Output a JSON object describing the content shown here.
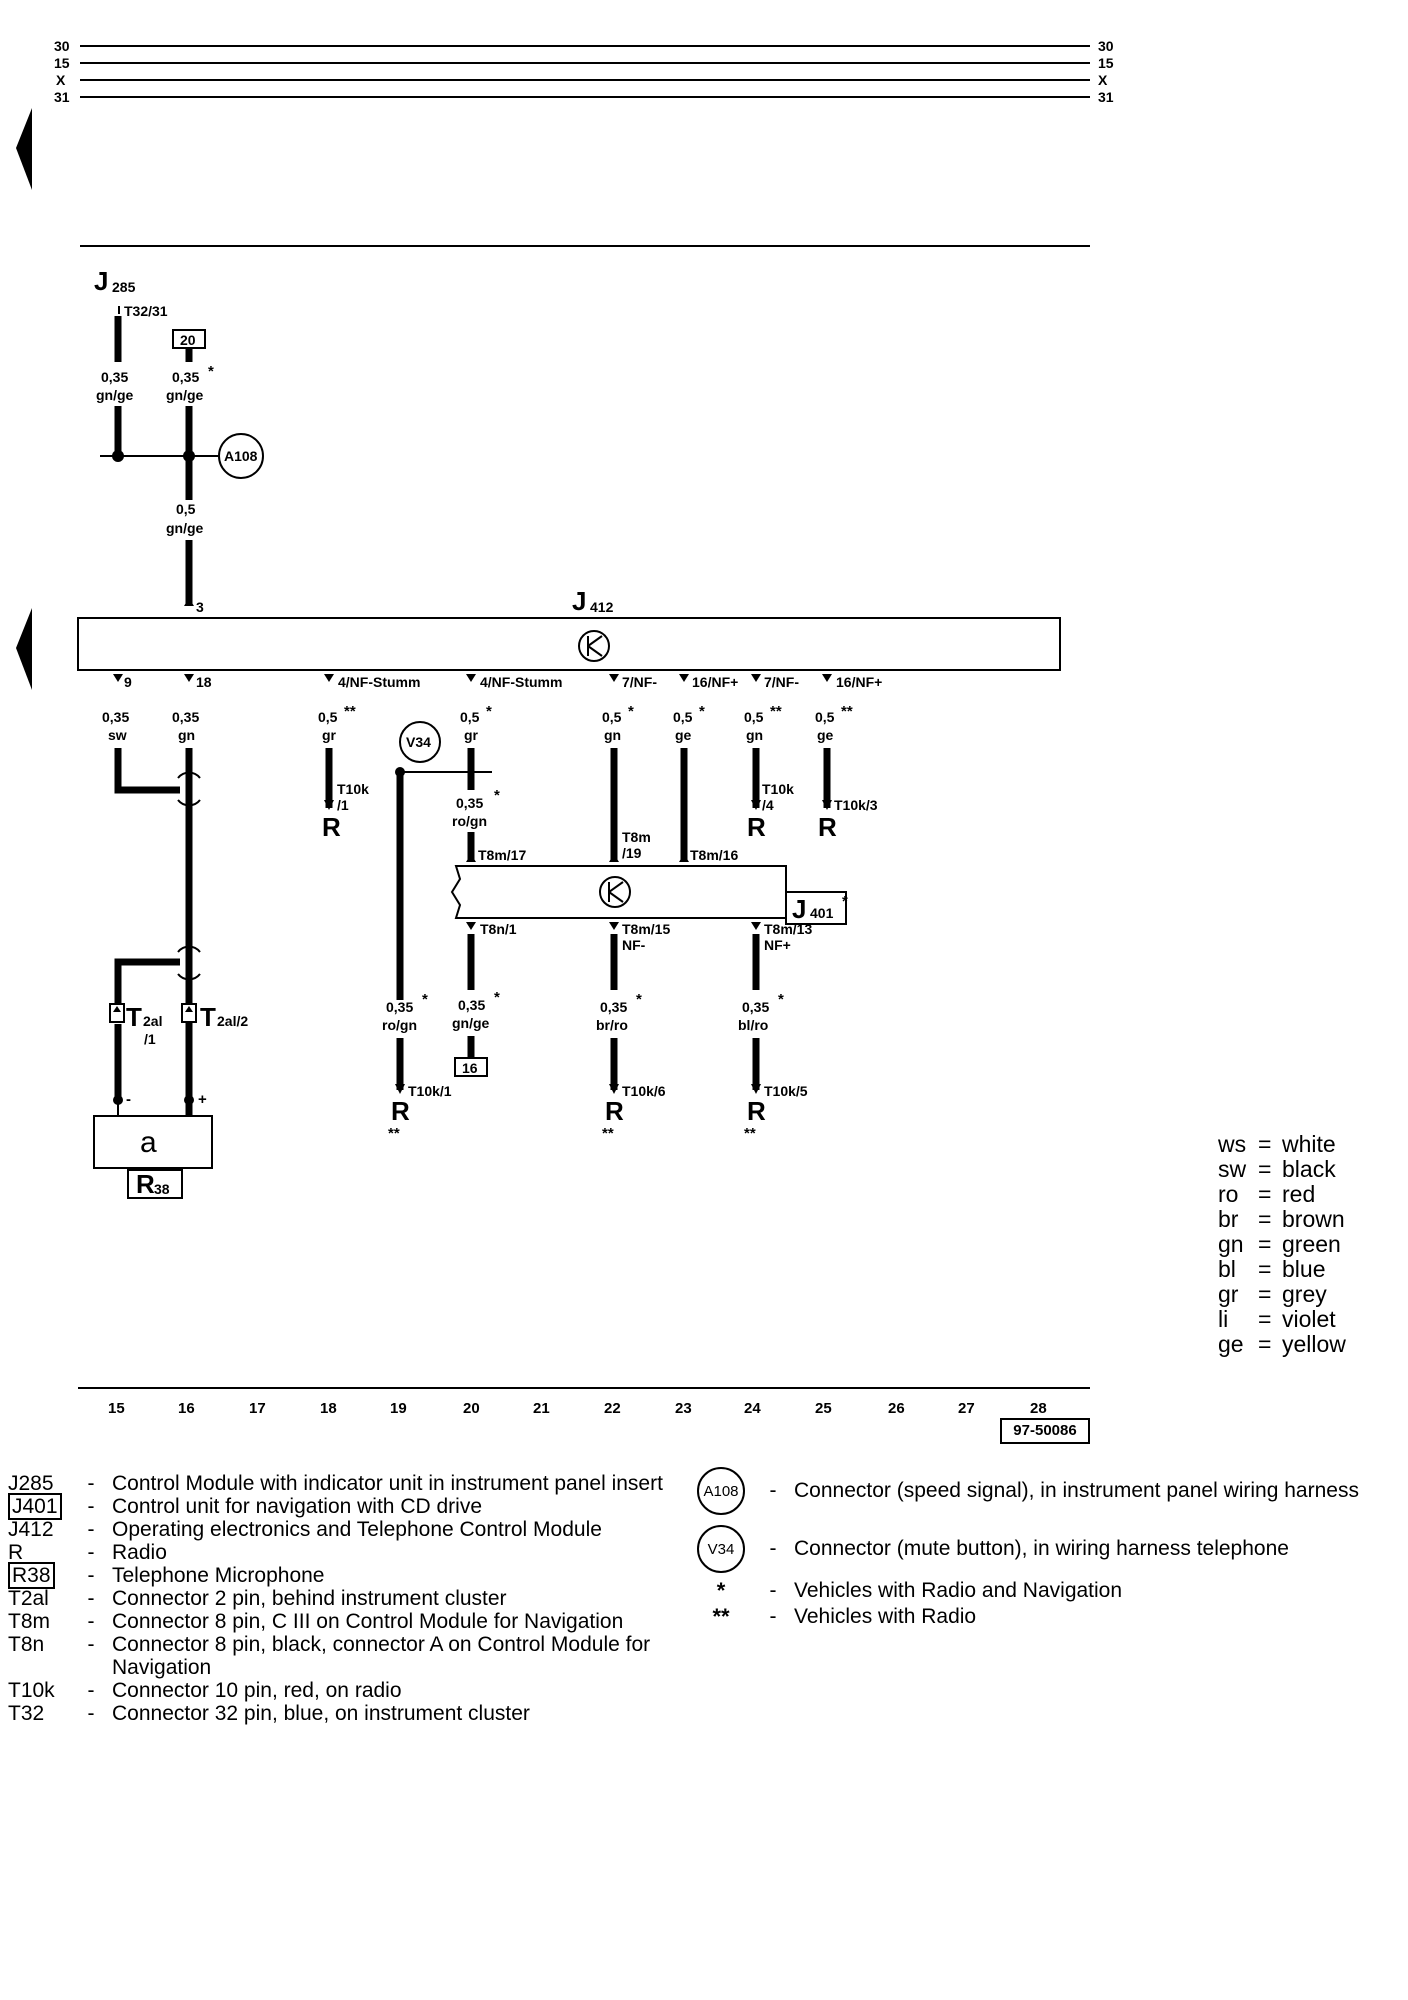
{
  "bus_labels": [
    "30",
    "15",
    "X",
    "31"
  ],
  "components": {
    "j285": {
      "code": "J",
      "sub": "285"
    },
    "j412": {
      "code": "J",
      "sub": "412"
    },
    "j401": {
      "code": "J",
      "sub": "401",
      "mark": "*"
    },
    "r38": {
      "code": "R",
      "sub": "38",
      "symbol": "a"
    },
    "a108": "A108",
    "v34": "V34"
  },
  "wires": {
    "j285_pin": "T32/31",
    "box20": "20",
    "w1_size": "0,35",
    "w1_color": "gn/ge",
    "w2_size": "0,35",
    "w2_color": "gn/ge",
    "w2_mark": "*",
    "w3_size": "0,5",
    "w3_color": "gn/ge",
    "pin3": "3",
    "pin9": "9",
    "w9_size": "0,35",
    "w9_color": "sw",
    "pin18": "18",
    "w18_size": "0,35",
    "w18_color": "gn",
    "pin_nf_stumm1": "4/NF-Stumm",
    "wa_size": "0,5",
    "wa_mark": "**",
    "wa_color": "gr",
    "wa_conn": "T10k",
    "wa_conn2": "/1",
    "pin_nf_stumm2": "4/NF-Stumm",
    "wb_size": "0,5",
    "wb_mark": "*",
    "wb_color": "gr",
    "wb2_size": "0,35",
    "wb2_mark": "*",
    "wb2_color": "ro/gn",
    "pin_t8m17": "T8m/17",
    "pin_nfm1": "7/NF-",
    "wc_size": "0,5",
    "wc_mark": "*",
    "wc_color": "gn",
    "wc_conn": "T8m",
    "wc_conn2": "/19",
    "pin_nfp1": "16/NF+",
    "wd_size": "0,5",
    "wd_mark": "*",
    "wd_color": "ge",
    "wd_conn": "T8m/16",
    "pin_nfm2": "7/NF-",
    "we_size": "0,5",
    "we_mark": "**",
    "we_color": "gn",
    "we_conn": "T10k",
    "we_conn2": "/4",
    "pin_nfp2": "16/NF+",
    "wf_size": "0,5",
    "wf_mark": "**",
    "wf_color": "ge",
    "wf_conn": "T10k/3",
    "pin_t8n1": "T8n/1",
    "pin_t8m15": "T8m/15",
    "pin_nf_minus": "NF-",
    "pin_t8m13": "T8m/13",
    "pin_nf_plus": "NF+",
    "wg_size": "0,35",
    "wg_mark": "*",
    "wg_color": "ro/gn",
    "wg_conn": "T10k/1",
    "wg_mark2": "**",
    "wh_size": "0,35",
    "wh_mark": "*",
    "wh_color": "gn/ge",
    "box16": "16",
    "wi_size": "0,35",
    "wi_mark": "*",
    "wi_color": "br/ro",
    "wi_conn": "T10k/6",
    "wi_mark2": "**",
    "wj_size": "0,35",
    "wj_mark": "*",
    "wj_color": "bl/ro",
    "wj_conn": "T10k/5",
    "wj_mark2": "**",
    "t2al_1": "T",
    "t2al_1_sub": "2al",
    "t2al_1_pin": "/1",
    "t2al_2": "T",
    "t2al_2_sub": "2al/2",
    "minus": "-",
    "plus": "+",
    "radio": "R"
  },
  "track_numbers": [
    "15",
    "16",
    "17",
    "18",
    "19",
    "20",
    "21",
    "22",
    "23",
    "24",
    "25",
    "26",
    "27",
    "28"
  ],
  "diagram_id": "97-50086",
  "color_legend": [
    {
      "abbr": "ws",
      "name": "white"
    },
    {
      "abbr": "sw",
      "name": "black"
    },
    {
      "abbr": "ro",
      "name": "red"
    },
    {
      "abbr": "br",
      "name": "brown"
    },
    {
      "abbr": "gn",
      "name": "green"
    },
    {
      "abbr": "bl",
      "name": "blue"
    },
    {
      "abbr": "gr",
      "name": "grey"
    },
    {
      "abbr": "li",
      "name": "violet"
    },
    {
      "abbr": "ge",
      "name": "yellow"
    }
  ],
  "legend": [
    {
      "code": "J285",
      "desc": "Control Module with indicator unit in instrument panel insert",
      "boxed": false
    },
    {
      "code": "J401",
      "desc": "Control unit for navigation with CD drive",
      "boxed": true
    },
    {
      "code": "J412",
      "desc": "Operating electronics and Telephone Control Module",
      "boxed": false
    },
    {
      "code": "R",
      "desc": "Radio",
      "boxed": false
    },
    {
      "code": "R38",
      "desc": "Telephone Microphone",
      "boxed": true
    },
    {
      "code": "T2al",
      "desc": "Connector 2 pin, behind instrument cluster",
      "boxed": false
    },
    {
      "code": "T8m",
      "desc": "Connector 8 pin, C III on Control Module for Navigation",
      "boxed": false
    },
    {
      "code": "T8n",
      "desc": "Connector 8 pin, black, connector A on Control Module for Navigation",
      "boxed": false
    },
    {
      "code": "T10k",
      "desc": "Connector 10 pin, red, on radio",
      "boxed": false
    },
    {
      "code": "T32",
      "desc": "Connector 32 pin, blue, on instrument cluster",
      "boxed": false
    }
  ],
  "legend_dash": "-",
  "legend2": {
    "a108_code": "A108",
    "a108_desc": "Connector (speed signal), in instrument panel wiring harness",
    "v34_code": "V34",
    "v34_desc": "Connector (mute button), in wiring harness telephone",
    "star1": "*",
    "star1_desc": "Vehicles with Radio and Navigation",
    "star2": "**",
    "star2_desc": "Vehicles with Radio"
  }
}
